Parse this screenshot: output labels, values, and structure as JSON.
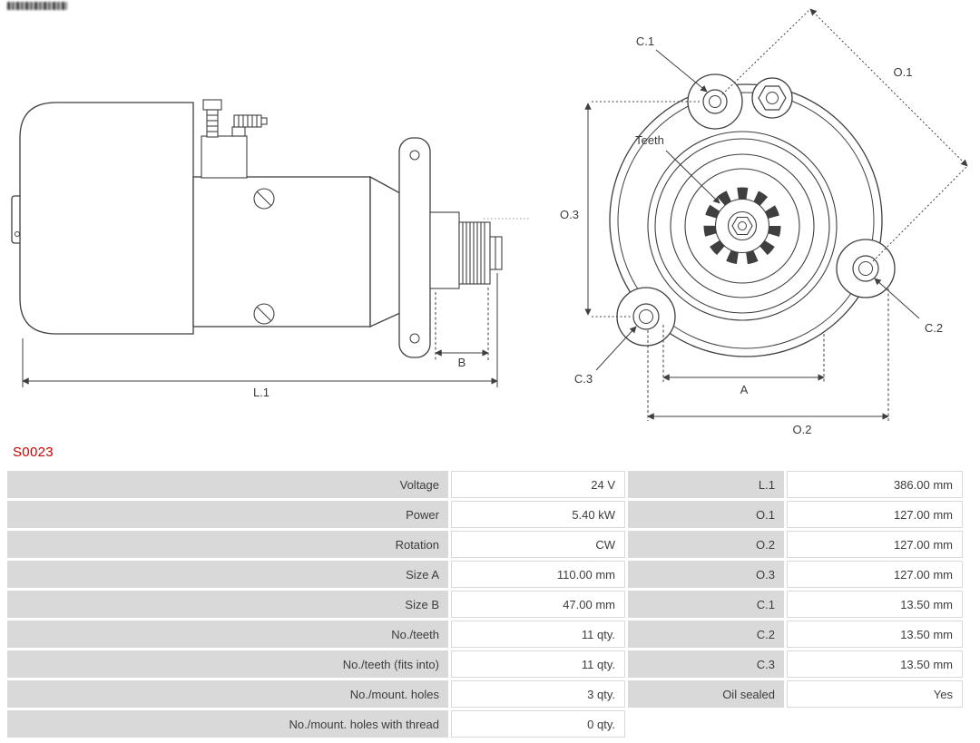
{
  "product": {
    "code": "S0023",
    "code_color": "#cc0000"
  },
  "diagram": {
    "side_view": {
      "dim_b": "B",
      "dim_l1": "L.1"
    },
    "front_view": {
      "dim_c1": "C.1",
      "dim_o1": "O.1",
      "dim_o3": "O.3",
      "teeth": "Teeth",
      "dim_c3": "C.3",
      "dim_a": "A",
      "dim_o2": "O.2",
      "dim_c2": "C.2"
    }
  },
  "spec_table": {
    "rows": [
      {
        "c1": "Voltage",
        "c2": "24 V",
        "c3": "L.1",
        "c4": "386.00 mm"
      },
      {
        "c1": "Power",
        "c2": "5.40 kW",
        "c3": "O.1",
        "c4": "127.00 mm"
      },
      {
        "c1": "Rotation",
        "c2": "CW",
        "c3": "O.2",
        "c4": "127.00 mm"
      },
      {
        "c1": "Size A",
        "c2": "110.00 mm",
        "c3": "O.3",
        "c4": "127.00 mm"
      },
      {
        "c1": "Size B",
        "c2": "47.00 mm",
        "c3": "C.1",
        "c4": "13.50 mm"
      },
      {
        "c1": "No./teeth",
        "c2": "11 qty.",
        "c3": "C.2",
        "c4": "13.50 mm"
      },
      {
        "c1": "No./teeth (fits into)",
        "c2": "11 qty.",
        "c3": "C.3",
        "c4": "13.50 mm"
      },
      {
        "c1": "No./mount. holes",
        "c2": "3 qty.",
        "c3": "Oil sealed",
        "c4": "Yes"
      },
      {
        "c1": "No./mount. holes with thread",
        "c2": "0 qty.",
        "c3": "",
        "c4": ""
      }
    ]
  }
}
